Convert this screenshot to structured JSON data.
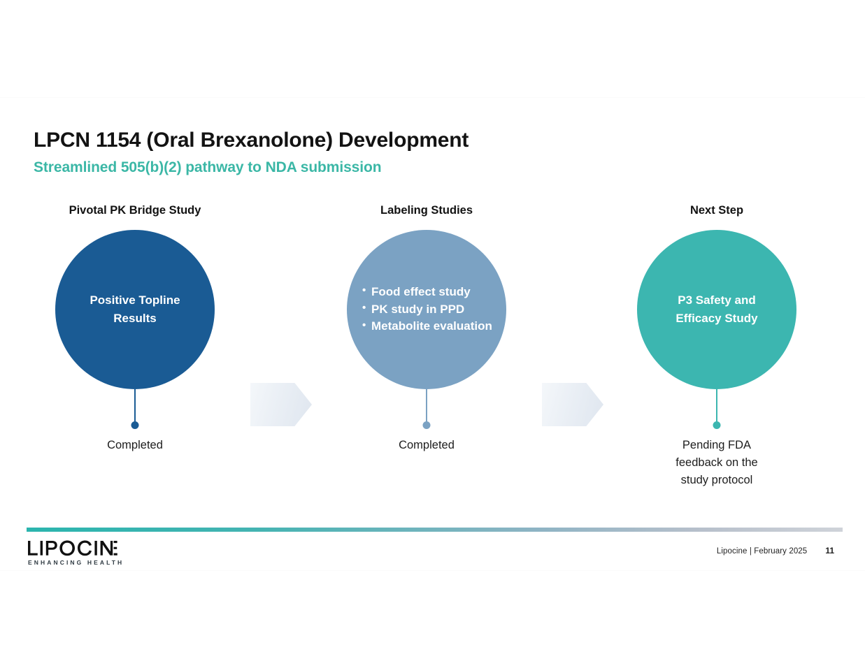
{
  "slide": {
    "title": "LPCN 1154 (Oral Brexanolone) Development",
    "subtitle": "Streamlined 505(b)(2) pathway to NDA submission"
  },
  "colors": {
    "stage_1": "#1a5b94",
    "stage_2": "#7ba2c3",
    "stage_3": "#3cb6b0",
    "accent_teal": "#3bb7a6",
    "title": "#131313"
  },
  "stages": [
    {
      "header": "Pivotal PK Bridge Study",
      "circle_text_line_1": "Positive Topline",
      "circle_text_line_2": "Results",
      "status_line_1": "Completed",
      "color": "#1a5b94"
    },
    {
      "header": "Labeling Studies",
      "bullets": [
        "Food effect study",
        "PK study in PPD",
        "Metabolite evaluation"
      ],
      "status_line_1": "Completed",
      "color": "#7ba2c3"
    },
    {
      "header": "Next Step",
      "circle_text_line_1": "P3 Safety and",
      "circle_text_line_2": "Efficacy Study",
      "status_line_1": "Pending FDA",
      "status_line_2": "feedback on the",
      "status_line_3": "study protocol",
      "color": "#3cb6b0"
    }
  ],
  "footer": {
    "logo_text": "LIPOCINE",
    "logo_tagline": "ENHANCING HEALTH",
    "credit": "Lipocine | February 2025",
    "page_number": "11"
  }
}
